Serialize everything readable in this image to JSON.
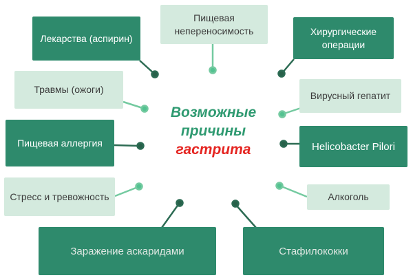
{
  "diagram": {
    "title": {
      "line1": "Возможные",
      "line2": "причины",
      "line3": "гастрита"
    },
    "nodes": [
      {
        "id": "drugs",
        "label": "Лекарства (аспирин)",
        "variant": "dark"
      },
      {
        "id": "food-intolerance",
        "label": "Пищевая непереносимость",
        "variant": "light"
      },
      {
        "id": "surgery",
        "label": "Хирургические операции",
        "variant": "dark"
      },
      {
        "id": "trauma",
        "label": "Травмы (ожоги)",
        "variant": "light"
      },
      {
        "id": "viral-hepatitis",
        "label": "Вирусный гепатит",
        "variant": "light"
      },
      {
        "id": "food-allergy",
        "label": "Пищевая аллергия",
        "variant": "dark"
      },
      {
        "id": "helicobacter",
        "label": "Helicobacter Pilori",
        "variant": "dark"
      },
      {
        "id": "stress",
        "label": "Стресс и тревожность",
        "variant": "light"
      },
      {
        "id": "alcohol",
        "label": "Алкоголь",
        "variant": "light"
      },
      {
        "id": "ascarids",
        "label": "Заражение аскаридами",
        "variant": "dark"
      },
      {
        "id": "staphylococci",
        "label": "Стафилококки",
        "variant": "dark"
      }
    ],
    "colors": {
      "box_dark": "#2e8a6c",
      "box_light": "#d4eade",
      "connector_dark": "#2c6b53",
      "connector_dot_dark": "#276049",
      "connector_light": "#74caa0",
      "connector_dot_light": "#53c291",
      "title_green": "#2f9a71",
      "title_red": "#e52521",
      "text_on_light": "#3c3c3c",
      "text_on_dark": "#ffffff"
    }
  }
}
